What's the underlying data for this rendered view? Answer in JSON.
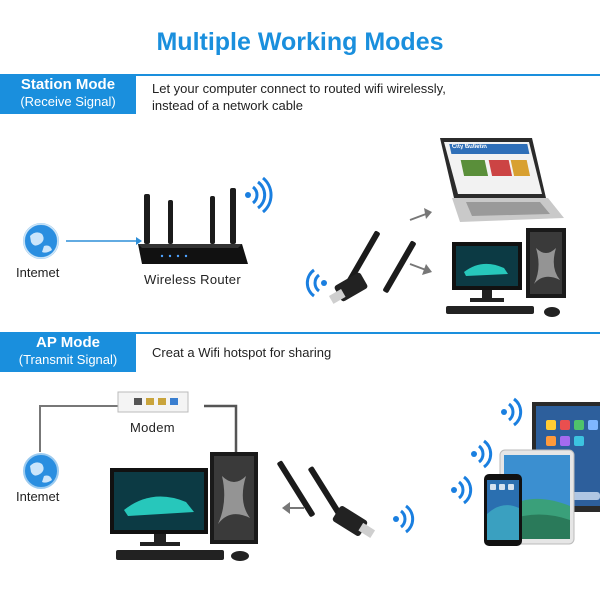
{
  "title": "Multiple Working Modes",
  "station_mode": {
    "name": "Station Mode",
    "subtitle": "(Receive Signal)",
    "description_line1": "Let your computer connect to routed wifi wirelessly,",
    "description_line2": "instead of a network cable",
    "internet_label": "Intemet",
    "router_label": "Wireless Router",
    "laptop_screen_text": "City Bulletin"
  },
  "ap_mode": {
    "name": "AP Mode",
    "subtitle": "(Transmit Signal)",
    "description": "Creat a Wifi hotspot for sharing",
    "modem_label": "Modem",
    "internet_label": "Intemet"
  },
  "colors": {
    "accent": "#1a8fdd",
    "wifi": "#1a7fe0",
    "device_dark": "#1b1b1b"
  }
}
